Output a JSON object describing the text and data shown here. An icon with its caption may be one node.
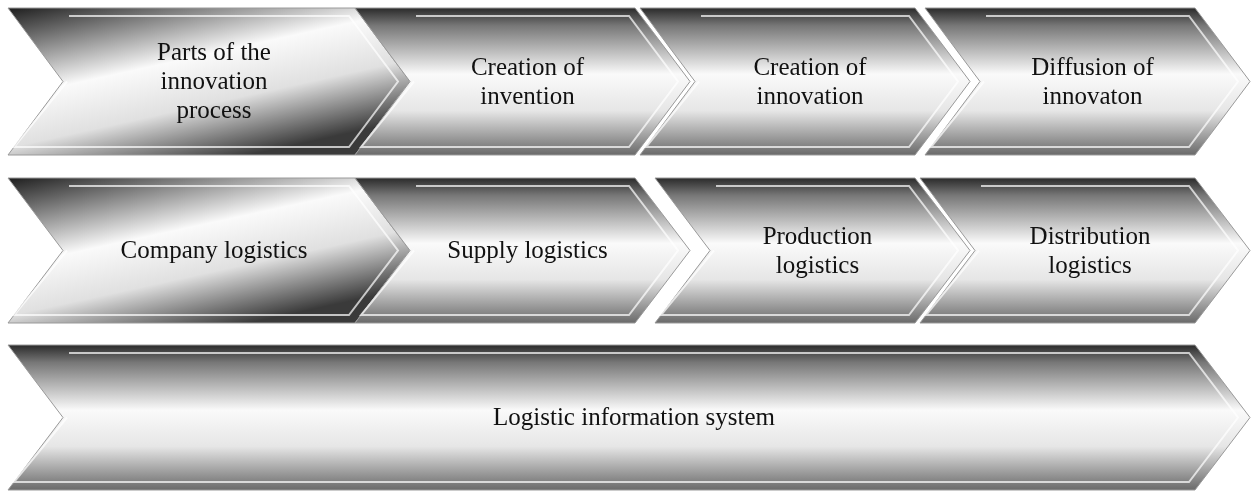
{
  "diagram": {
    "nodes": [
      {
        "text": [
          "Parts of the innovation process"
        ]
      },
      {
        "text": [
          "Creation of invention"
        ]
      },
      {
        "text": [
          "Creation of innovation"
        ]
      },
      {
        "text": [
          "Diffusion of innovaton"
        ]
      },
      {
        "text": [
          "Company logistics"
        ]
      },
      {
        "text": [
          "Supply logistics"
        ]
      },
      {
        "text": [
          "Production logistics"
        ]
      },
      {
        "text": [
          "Distribution logistics"
        ]
      },
      {
        "text": [
          "Logistic information system"
        ]
      }
    ]
  }
}
